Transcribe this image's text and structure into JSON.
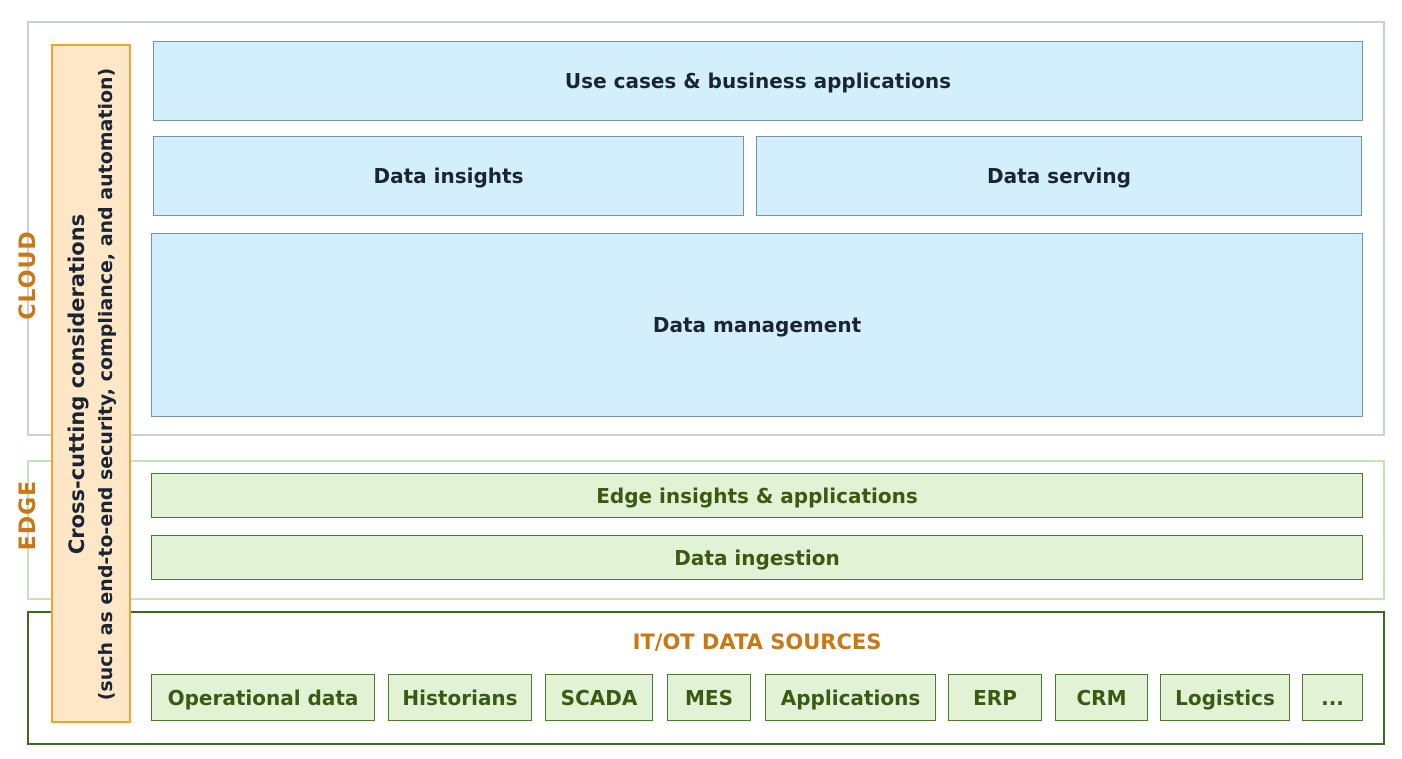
{
  "layers": {
    "cloud_label": "CLOUD",
    "edge_label": "EDGE"
  },
  "cross_cutting": {
    "line1": "Cross-cutting considerations",
    "line2": "(such as end-to-end security, compliance, and automation)"
  },
  "cloud": {
    "use_cases": "Use cases & business applications",
    "data_insights": "Data insights",
    "data_serving": "Data serving",
    "data_management": "Data management"
  },
  "edge": {
    "edge_insights": "Edge insights & applications",
    "data_ingestion": "Data ingestion"
  },
  "sources": {
    "title": "IT/OT DATA SOURCES",
    "items": [
      "Operational data",
      "Historians",
      "SCADA",
      "MES",
      "Applications",
      "ERP",
      "CRM",
      "Logistics",
      "..."
    ]
  },
  "colors": {
    "accent_orange": "#c87814",
    "cloud_box_fill": "#d3effc",
    "edge_box_fill": "#e2f2d4",
    "cross_panel_fill": "#fde7c6",
    "cross_panel_border": "#f0a234",
    "source_border": "#3a6b1e"
  }
}
